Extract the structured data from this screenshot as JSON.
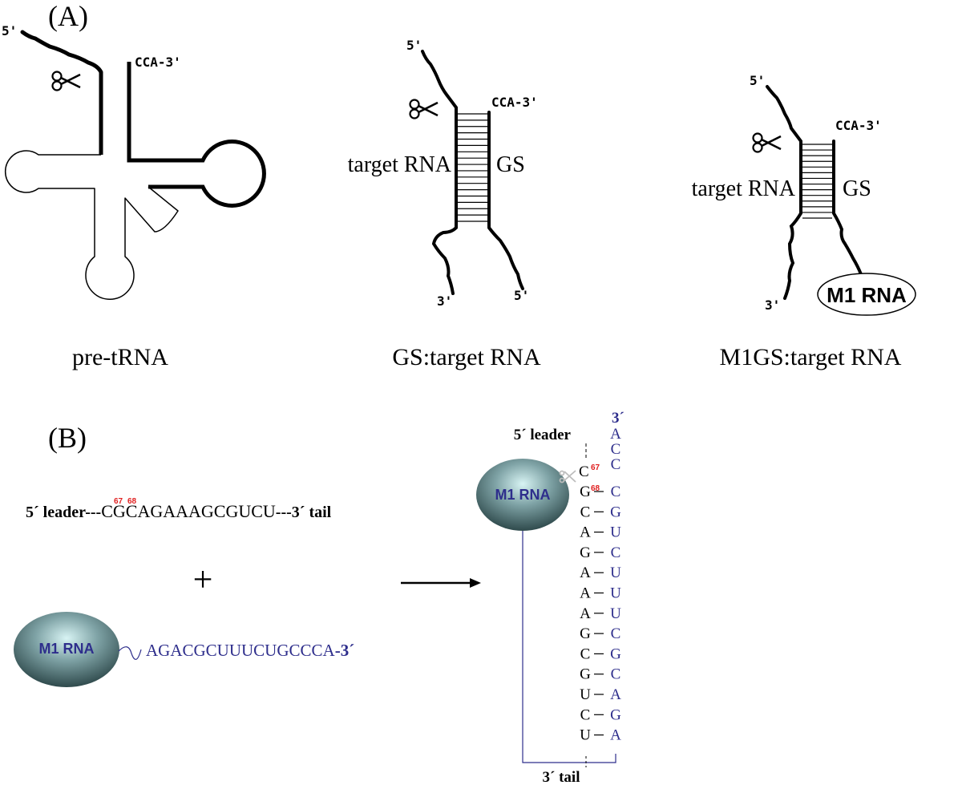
{
  "panel_a": {
    "label": "(A)",
    "pre_trna": {
      "five_prime": "5'",
      "three_prime": "CCA-3'",
      "caption": "pre-tRNA"
    },
    "gs_target": {
      "five_prime_top": "5'",
      "three_prime_top": "CCA-3'",
      "left_label": "target RNA",
      "right_label": "GS",
      "three_prime_bottom": "3'",
      "five_prime_bottom": "5'",
      "caption": "GS:target RNA"
    },
    "m1gs_target": {
      "five_prime_top": "5'",
      "three_prime_top": "CCA-3'",
      "left_label": "target RNA",
      "right_label": "GS",
      "three_prime_bottom": "3'",
      "enzyme_label": "M1 RNA",
      "caption": "M1GS:target RNA"
    }
  },
  "panel_b": {
    "label": "(B)",
    "substrate": {
      "leader": "5´ leader---",
      "sequence": "CGCAGAAAGCGUCU",
      "tail": "---3´ tail",
      "pos_67": "67",
      "pos_68": "68"
    },
    "plus": "+",
    "m1gs": {
      "enzyme_label": "M1 RNA",
      "sequence": "AGACGCUUUCUGCCCA",
      "three_prime": "-3´"
    },
    "complex": {
      "enzyme_label": "M1 RNA",
      "leader_label": "5´ leader",
      "tail_label": "3´ tail",
      "top_three_prime": "3´",
      "overhang": [
        "A",
        "C",
        "C"
      ],
      "pos_67": "67",
      "pos_68": "68",
      "c67": "C",
      "pairs": [
        {
          "left": "G",
          "right": "C"
        },
        {
          "left": "C",
          "right": "G"
        },
        {
          "left": "A",
          "right": "U"
        },
        {
          "left": "G",
          "right": "C"
        },
        {
          "left": "A",
          "right": "U"
        },
        {
          "left": "A",
          "right": "U"
        },
        {
          "left": "A",
          "right": "U"
        },
        {
          "left": "G",
          "right": "C"
        },
        {
          "left": "C",
          "right": "G"
        },
        {
          "left": "G",
          "right": "C"
        },
        {
          "left": "U",
          "right": "A"
        },
        {
          "left": "C",
          "right": "G"
        },
        {
          "left": "U",
          "right": "A"
        }
      ]
    }
  },
  "colors": {
    "ink": "#000000",
    "guide_blue": "#2e2e8c",
    "position_red": "#e02020",
    "enzyme_ellipse_dark": "#3e5656",
    "enzyme_ellipse_light": "#cfeeee"
  }
}
